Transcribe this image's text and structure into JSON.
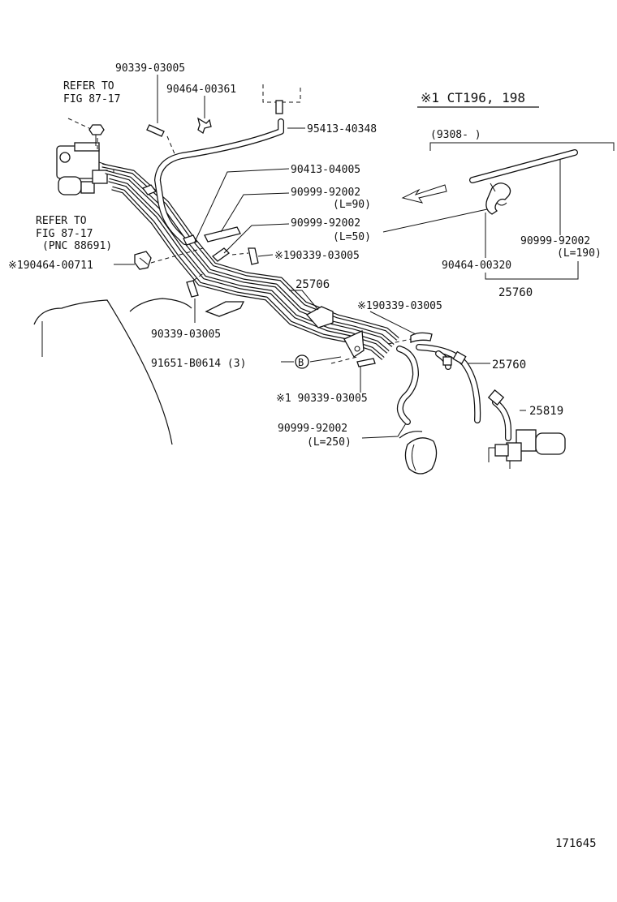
{
  "labels": {
    "refer_fig_a_line1": "REFER TO",
    "refer_fig_a_line2": "FIG 87-17",
    "refer_fig_b_line1": "REFER TO",
    "refer_fig_b_line2": "FIG 87-17",
    "refer_fig_b_line3": "(PNC 88691)",
    "p_90339_03005_top": "90339-03005",
    "p_90464_00361": "90464-00361",
    "p_95413_40348": "95413-40348",
    "p_90413_04005": "90413-04005",
    "p_90999_92002_l90": "90999-92002",
    "p_l90": "(L=90)",
    "p_90999_92002_l50": "90999-92002",
    "p_l50": "(L=50)",
    "p_x1_90339_03005_a": "※190339-03005",
    "p_x1_90464_00711": "※190464-00711",
    "p_25706": "25706",
    "p_90339_03005_bottom": "90339-03005",
    "p_x1_90339_03005_b": "※190339-03005",
    "p_91651_b0614": "91651-B0614 (3)",
    "marker_b": "B",
    "p_x1_90339_03005_c": "※1 90339-03005",
    "p_25760_main": "25760",
    "p_90999_92002_l250": "90999-92002",
    "p_l250": "(L=250)",
    "p_25819": "25819"
  },
  "inset": {
    "heading": "※1 CT196, 198",
    "date_range": "(9308-        )",
    "p_90999_92002_l190": "90999-92002",
    "p_l190": "(L=190)",
    "p_90464_00320": "90464-00320",
    "p_25760": "25760"
  },
  "figure_number": "171645"
}
